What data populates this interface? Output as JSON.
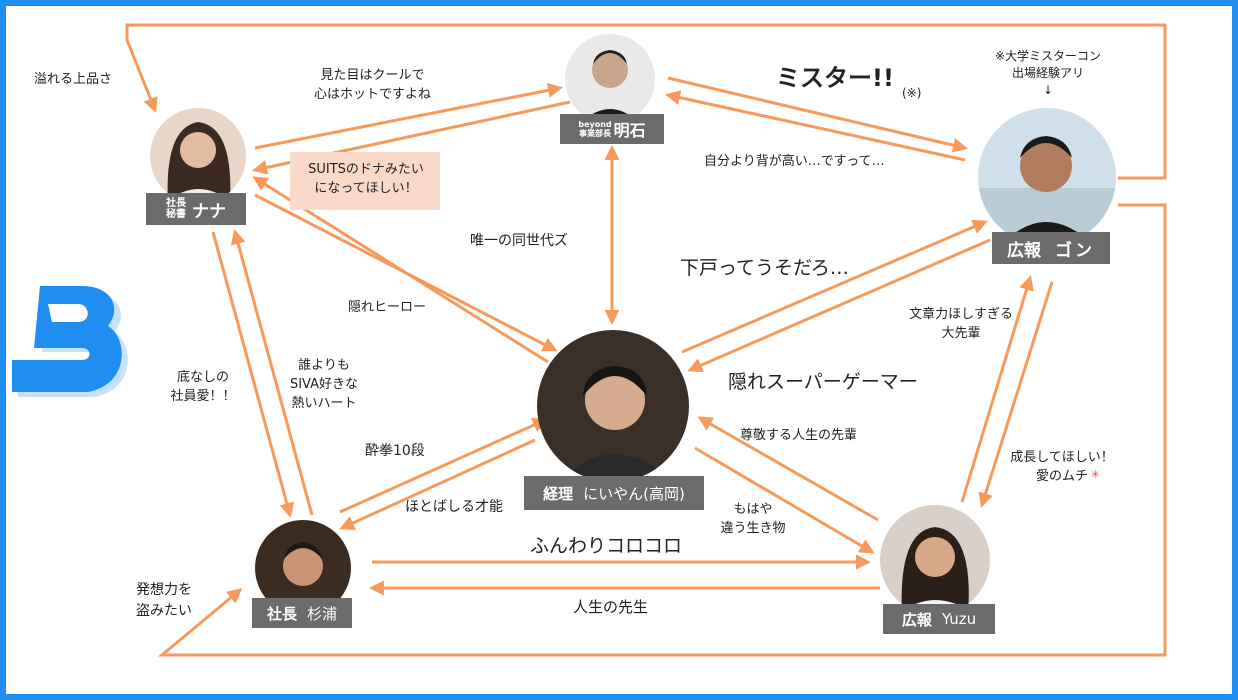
{
  "people": {
    "akashi": {
      "role": "beyond\n事業部長",
      "name": "明石"
    },
    "nana": {
      "role": "社長\n秘書",
      "name": "ナナ"
    },
    "gon": {
      "role": "広報",
      "name": "ゴン",
      "note": "※大学ミスターコン\n出場経験アリ\n↓"
    },
    "niiyan": {
      "role": "経理",
      "name": "にいやん(高岡)"
    },
    "sugiura": {
      "role": "社長",
      "name": "杉浦"
    },
    "yuzu": {
      "role": "広報",
      "name": "Yuzu"
    }
  },
  "labels": {
    "afureru": "溢れる上品さ",
    "cool": "見た目はクールで\n心はホットですよね",
    "mister": "ミスター!!",
    "mister_note": "(※)",
    "taller": "自分より背が高い…ですって…",
    "suits": "SUITSのドナみたい\nになってほしい！",
    "dousedai": "唯一の同世代ズ",
    "shimoto": "下戸ってうそだろ…",
    "hero": "隠れヒーロー",
    "bunshou": "文章力ほしすぎる\n大先輩",
    "gamer": "隠れスーパーゲーマー",
    "sokonashi": "底なしの\n社員愛！！",
    "dareyori": "誰よりも\nSIVA好きな\n熱いハート",
    "suiken": "酔拳10段",
    "sonkei": "尊敬する人生の先輩",
    "seichou": "成長してほしい！\n愛のムチ",
    "hotobashiru": "ほとばしる才能",
    "mohaya": "もはや\n違う生き物",
    "funwari": "ふんわりコロコロ",
    "hassou": "発想力を\n盗みたい",
    "jinsei": "人生の先生"
  },
  "icons": {
    "logo": "brand-s-logo",
    "emoji": "anger-symbol-icon"
  },
  "colors": {
    "border": "#1f8ef0",
    "arrow": "#f59a5a",
    "tag": "#6b6b6b",
    "highlight": "#fbd9c8"
  }
}
